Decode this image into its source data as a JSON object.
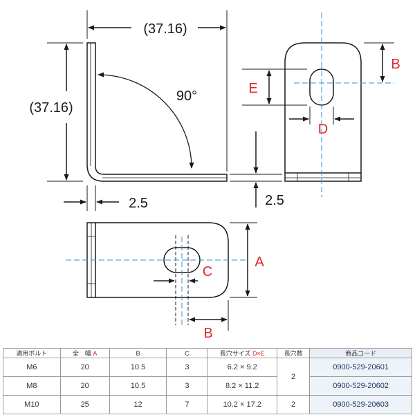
{
  "dimensions": {
    "width_top": "(37.16)",
    "height_left": "(37.16)",
    "angle": "90°",
    "thickness_side": "2.5",
    "thickness_front": "2.5"
  },
  "labels": {
    "A": "A",
    "B_front": "B",
    "B_bottom": "B",
    "C": "C",
    "D": "D",
    "E": "E"
  },
  "colors": {
    "line": "#1a1a1a",
    "centerline": "#3a8fd0",
    "label": "#e0262b"
  },
  "table": {
    "headers": {
      "bolt": "適用ボルト",
      "width_prefix": "全　幅",
      "width_letter": "A",
      "b": "B",
      "c": "C",
      "slot_prefix": "長穴サイズ",
      "slot_letters": "D×E",
      "holes": "長穴数",
      "code": "商品コード"
    },
    "rows": [
      {
        "bolt": "M6",
        "a": "20",
        "b": "10.5",
        "c": "3",
        "slot": "6.2 × 9.2",
        "code": "0900-529-20601"
      },
      {
        "bolt": "M8",
        "a": "20",
        "b": "10.5",
        "c": "3",
        "slot": "8.2 × 11.2",
        "code": "0900-529-20602"
      },
      {
        "bolt": "M10",
        "a": "25",
        "b": "12",
        "c": "7",
        "slot": "10.2 × 17.2",
        "code": "0900-529-20603"
      }
    ],
    "holes_group": "2",
    "holes_last": "2"
  }
}
